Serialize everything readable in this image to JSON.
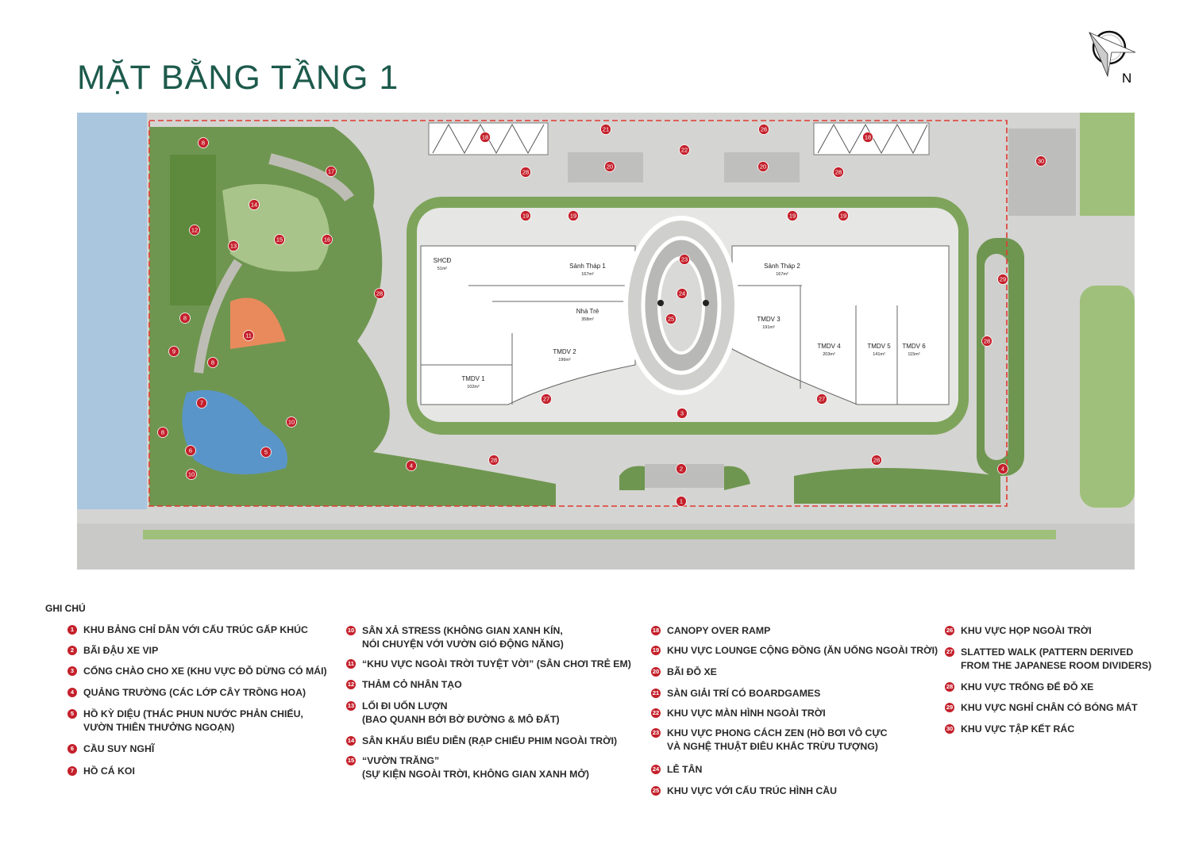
{
  "title": "MẶT BẰNG TẦNG 1",
  "compass": {
    "label": "N",
    "icon": "north-arrow-icon"
  },
  "colors": {
    "title": "#1d5a4c",
    "marker": "#c4202b",
    "boundary": "#e03a2f",
    "road": "#d4d4d2",
    "green": "#7fa05a",
    "water": "#a9c6de"
  },
  "map": {
    "markers": [
      "8",
      "17",
      "18",
      "21",
      "22",
      "26",
      "18",
      "20",
      "20",
      "28",
      "28",
      "30",
      "14",
      "12",
      "15",
      "16",
      "13",
      "19",
      "19",
      "19",
      "19",
      "23",
      "24",
      "25",
      "28",
      "29",
      "8",
      "11",
      "9",
      "8",
      "28",
      "7",
      "10",
      "27",
      "27",
      "3",
      "8",
      "6",
      "5",
      "10",
      "4",
      "28",
      "28",
      "2",
      "4",
      "1"
    ],
    "rooms": [
      {
        "name": "SHCĐ",
        "area": "51m²"
      },
      {
        "name": "Sảnh Tháp 1",
        "area": "167m²"
      },
      {
        "name": "Nhà Trẻ",
        "area": "358m²"
      },
      {
        "name": "TMDV 2",
        "area": "196m²"
      },
      {
        "name": "TMDV 1",
        "area": "102m²"
      },
      {
        "name": "Sảnh Tháp 2",
        "area": "167m²"
      },
      {
        "name": "TMDV 3",
        "area": "191m²"
      },
      {
        "name": "TMDV 4",
        "area": "203m²"
      },
      {
        "name": "TMDV 5",
        "area": "141m²"
      },
      {
        "name": "TMDV 6",
        "area": "115m²"
      }
    ]
  },
  "legend": {
    "title": "GHI CHÚ",
    "items": [
      {
        "num": "1",
        "label": "KHU BẢNG CHỈ DẪN VỚI CẤU TRÚC GẤP KHÚC"
      },
      {
        "num": "2",
        "label": "BÃI ĐẬU XE VIP"
      },
      {
        "num": "3",
        "label": "CỔNG CHÀO CHO XE (KHU VỰC ĐỖ DỪNG CÓ MÁI)"
      },
      {
        "num": "4",
        "label": "QUẢNG TRƯỜNG (CÁC LỚP CÂY TRỒNG HOA)"
      },
      {
        "num": "5",
        "label": "HỒ KỲ DIỆU (THÁC PHUN NƯỚC PHẢN CHIẾU,\nVƯỜN THIÊN THƯỞNG NGOẠN)"
      },
      {
        "num": "6",
        "label": "CẦU SUY NGHĨ"
      },
      {
        "num": "7",
        "label": "HỒ CÁ KOI"
      },
      {
        "num": "10",
        "label": "SÂN XẢ STRESS (KHÔNG GIAN XANH KÍN,\nNÓI CHUYỆN VỚI VƯỜN GIÓ ĐỘNG NĂNG)"
      },
      {
        "num": "11",
        "label": "“KHU VỰC NGOÀI TRỜI TUYỆT VỜI” (SÂN CHƠI TRẺ EM)"
      },
      {
        "num": "12",
        "label": "THẢM CỎ NHÂN TẠO"
      },
      {
        "num": "13",
        "label": "LỐI ĐI UỐN LƯỢN\n(BAO QUANH BỞI BỜ ĐƯỜNG & MÔ ĐẤT)"
      },
      {
        "num": "14",
        "label": "SÂN KHẤU BIỂU DIỄN (RẠP CHIẾU PHIM NGOÀI TRỜI)"
      },
      {
        "num": "15",
        "label": "“VƯỜN TRĂNG”\n(SỰ KIỆN NGOÀI TRỜI, KHÔNG GIAN XANH MỞ)"
      },
      {
        "num": "18",
        "label": "CANOPY OVER RAMP"
      },
      {
        "num": "19",
        "label": "KHU VỰC LOUNGE CỘNG ĐỒNG (ĂN UỐNG NGOÀI TRỜI)"
      },
      {
        "num": "20",
        "label": "BÃI ĐỖ XE"
      },
      {
        "num": "21",
        "label": "SÀN GIẢI TRÍ CÓ BOARDGAMES"
      },
      {
        "num": "22",
        "label": "KHU VỰC MÀN HÌNH NGOÀI TRỜI"
      },
      {
        "num": "23",
        "label": "KHU VỰC PHONG CÁCH ZEN (HỒ BƠI VÔ CỰC\nVÀ NGHỆ THUẬT ĐIÊU KHẮC TRỪU TƯỢNG)"
      },
      {
        "num": "24",
        "label": "LỄ TÂN"
      },
      {
        "num": "25",
        "label": "KHU VỰC VỚI CẤU TRÚC HÌNH CẦU"
      },
      {
        "num": "26",
        "label": "KHU VỰC HỌP NGOÀI TRỜI"
      },
      {
        "num": "27",
        "label": "SLATTED WALK (PATTERN DERIVED\nFROM THE JAPANESE ROOM DIVIDERS)"
      },
      {
        "num": "28",
        "label": "KHU VỰC TRỐNG ĐỂ ĐỖ XE"
      },
      {
        "num": "29",
        "label": "KHU VỰC NGHỈ CHÂN CÓ BÓNG MÁT"
      },
      {
        "num": "30",
        "label": "KHU VỰC TẬP KẾT RÁC"
      }
    ]
  }
}
